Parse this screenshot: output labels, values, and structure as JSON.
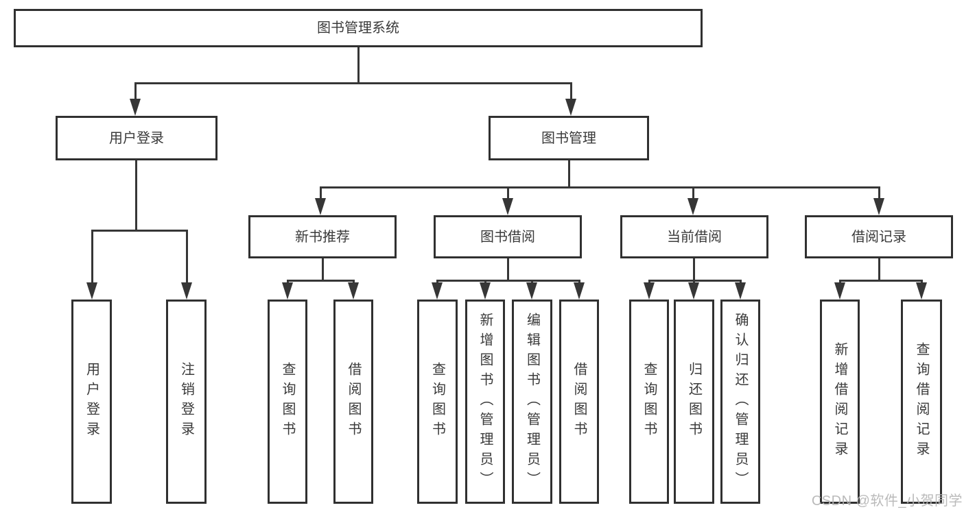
{
  "diagram": {
    "title": "图书管理系统",
    "level2": [
      {
        "label": "用户登录"
      },
      {
        "label": "图书管理"
      }
    ],
    "level3": [
      {
        "label": "新书推荐"
      },
      {
        "label": "图书借阅"
      },
      {
        "label": "当前借阅"
      },
      {
        "label": "借阅记录"
      }
    ],
    "leaves": {
      "user_login": [
        "用户登录",
        "注销登录"
      ],
      "new_book_rec": [
        "查询图书",
        "借阅图书"
      ],
      "book_borrow": [
        "查询图书",
        "新增图书（管理员）",
        "编辑图书（管理员）",
        "借阅图书"
      ],
      "current_borrow": [
        "查询图书",
        "归还图书",
        "确认归还（管理员）"
      ],
      "borrow_record": [
        "新增借阅记录",
        "查询借阅记录"
      ]
    }
  },
  "watermark": {
    "text": "CSDN @软件_小贺同学"
  },
  "colors": {
    "line": "#333333",
    "text": "#3a3a3a",
    "watermark": "#b5b5b5",
    "background": "#ffffff"
  }
}
